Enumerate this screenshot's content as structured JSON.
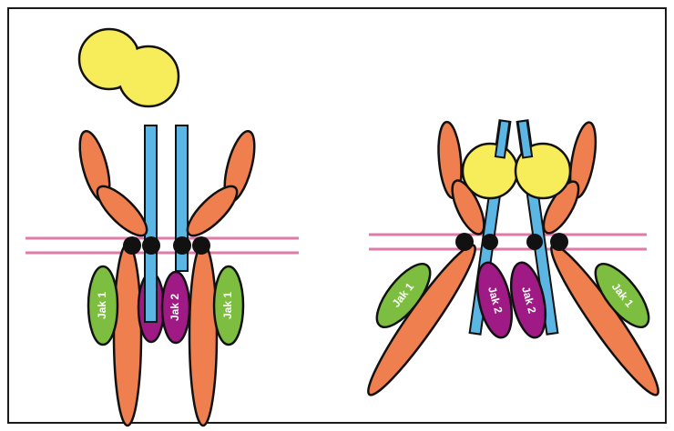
{
  "colors": {
    "ligand": "#f7ec5a",
    "receptor": "#ef7f4f",
    "coreceptor": "#5cb6e4",
    "jak1": "#7dbe40",
    "jak2": "#a01a85",
    "membrane": "#e27aa8",
    "outline": "#111111",
    "frame": "#1a1a1a"
  },
  "left_complex": {
    "labels": {
      "jak1_left": "Jak 1",
      "jak2": "Jak 2",
      "jak1_right": "Jak 1"
    }
  },
  "right_complex": {
    "labels": {
      "jak1_left": "Jak 1",
      "jak2_left": "Jak 2",
      "jak2_right": "Jak 2",
      "jak1_right": "Jak 1"
    }
  }
}
